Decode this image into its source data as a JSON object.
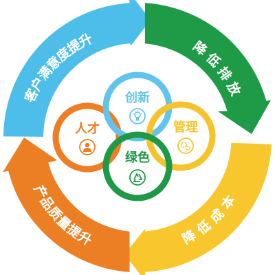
{
  "colors": {
    "blue": "#4dbde9",
    "green": "#1f9a46",
    "yellow": "#f8c72d",
    "orange": "#ec7f24",
    "talent_ring": "#ee7d23",
    "innovation_ring": "#62c4ec",
    "management_ring": "#f5c32c",
    "green_ring": "#1e9948"
  },
  "arcs": {
    "customer": {
      "text": "客户满意度提升",
      "color": "#4dbde9"
    },
    "emission": {
      "text": "降 低 排 放",
      "color": "#1f9a46"
    },
    "cost": {
      "text": "降 低 成 本",
      "color": "#f8c72d"
    },
    "quality": {
      "text": "产品质量提升",
      "color": "#ec7f24"
    }
  },
  "circles": {
    "talent": {
      "label": "人才",
      "icon": "person-icon"
    },
    "innovation": {
      "label": "创新",
      "icon": "lightbulb-icon"
    },
    "management": {
      "label": "管理",
      "icon": "gears-icon"
    },
    "green": {
      "label": "绿色",
      "icon": "recycle-icon"
    }
  }
}
